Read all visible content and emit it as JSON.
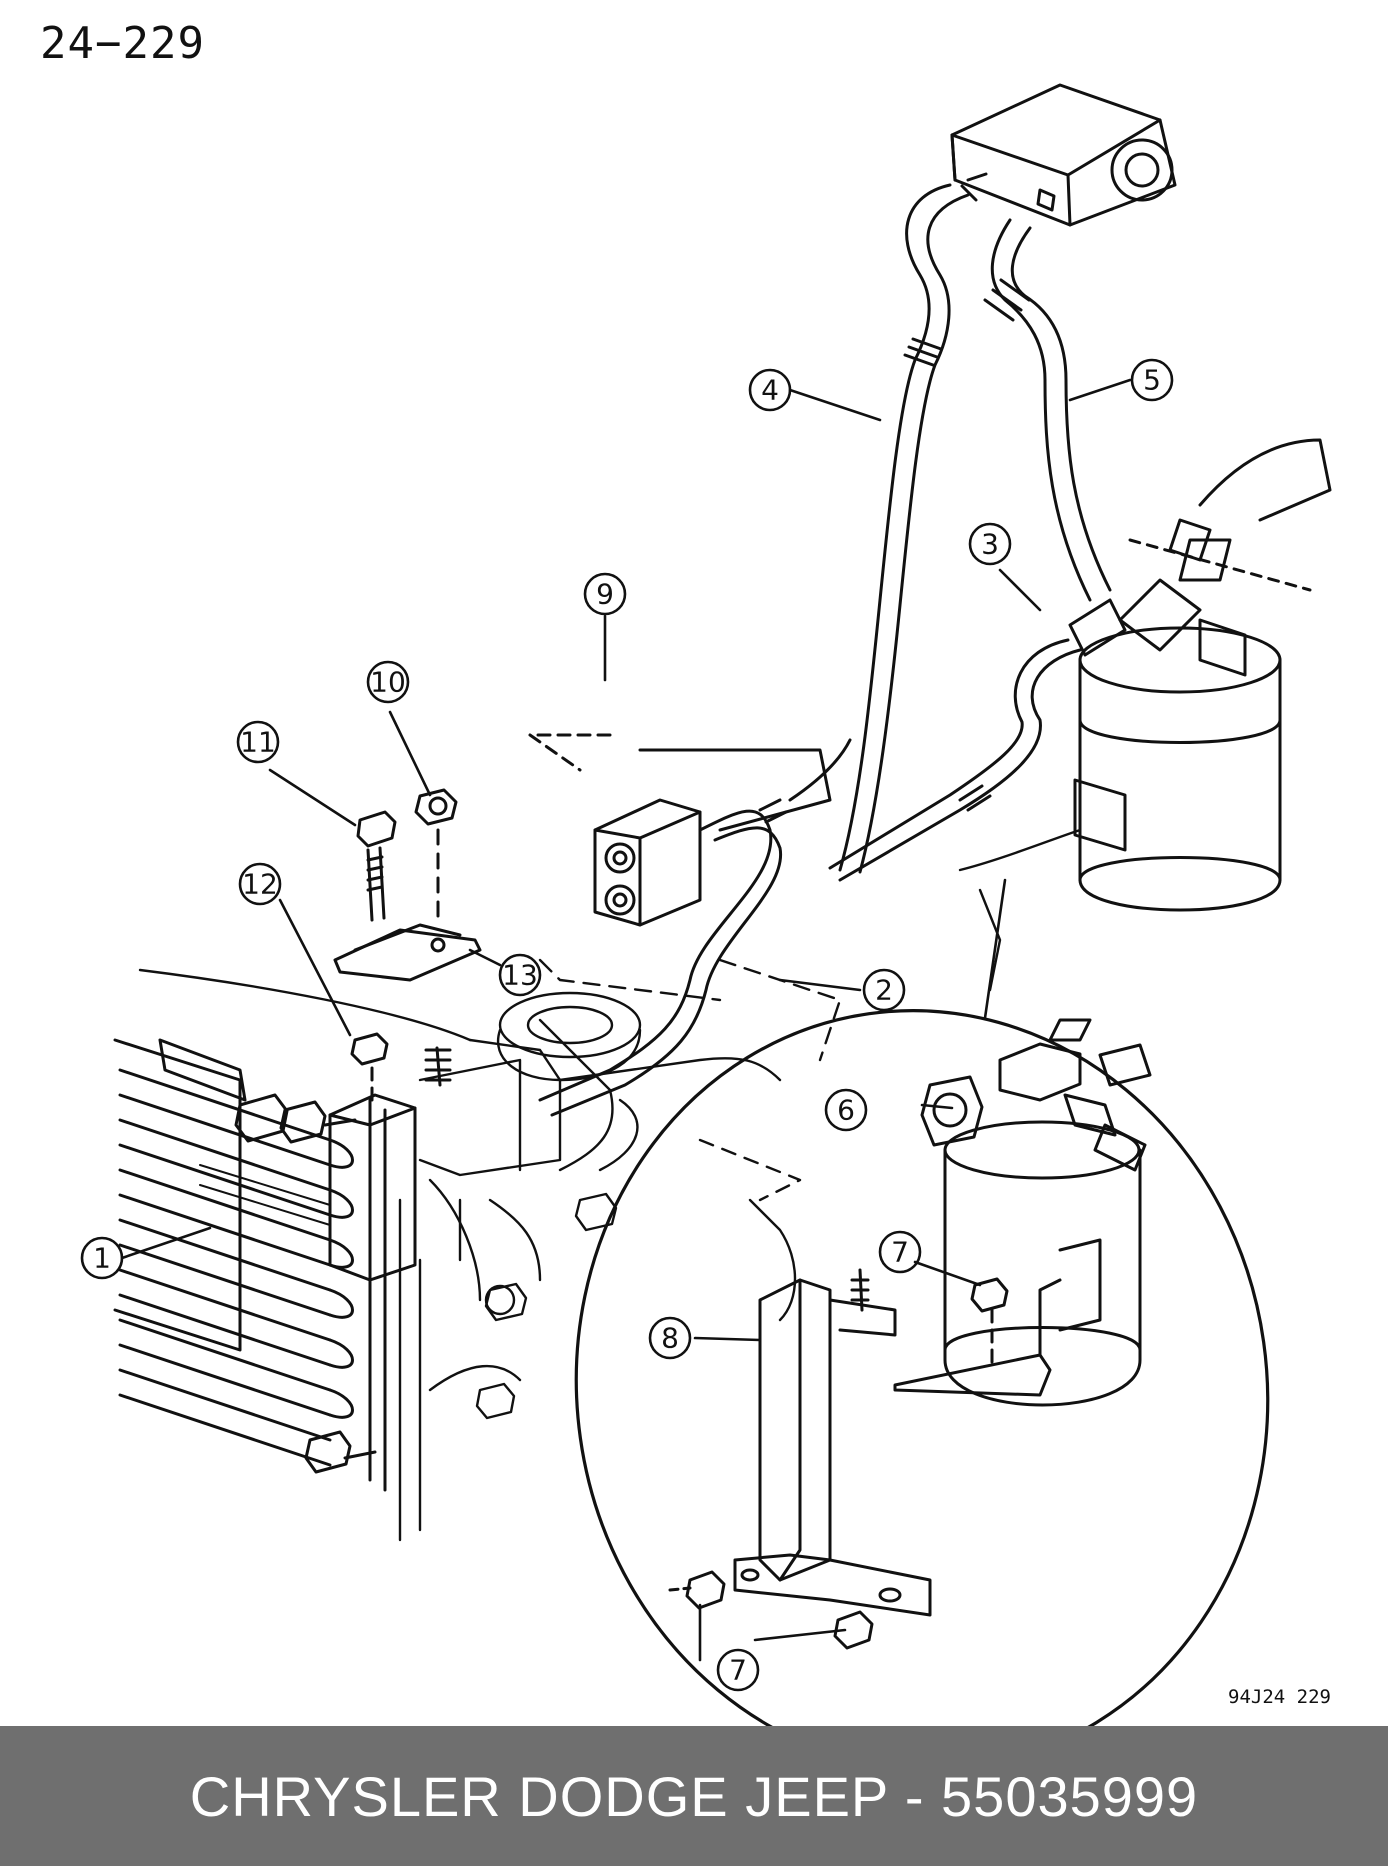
{
  "page_number": "24−229",
  "figure_code": "94J24  229",
  "footer": {
    "caption": "CHRYSLER DODGE JEEP - 55035999"
  },
  "callouts": [
    "1",
    "2",
    "3",
    "4",
    "5",
    "6",
    "7",
    "7",
    "8",
    "9",
    "10",
    "11",
    "12",
    "13"
  ]
}
